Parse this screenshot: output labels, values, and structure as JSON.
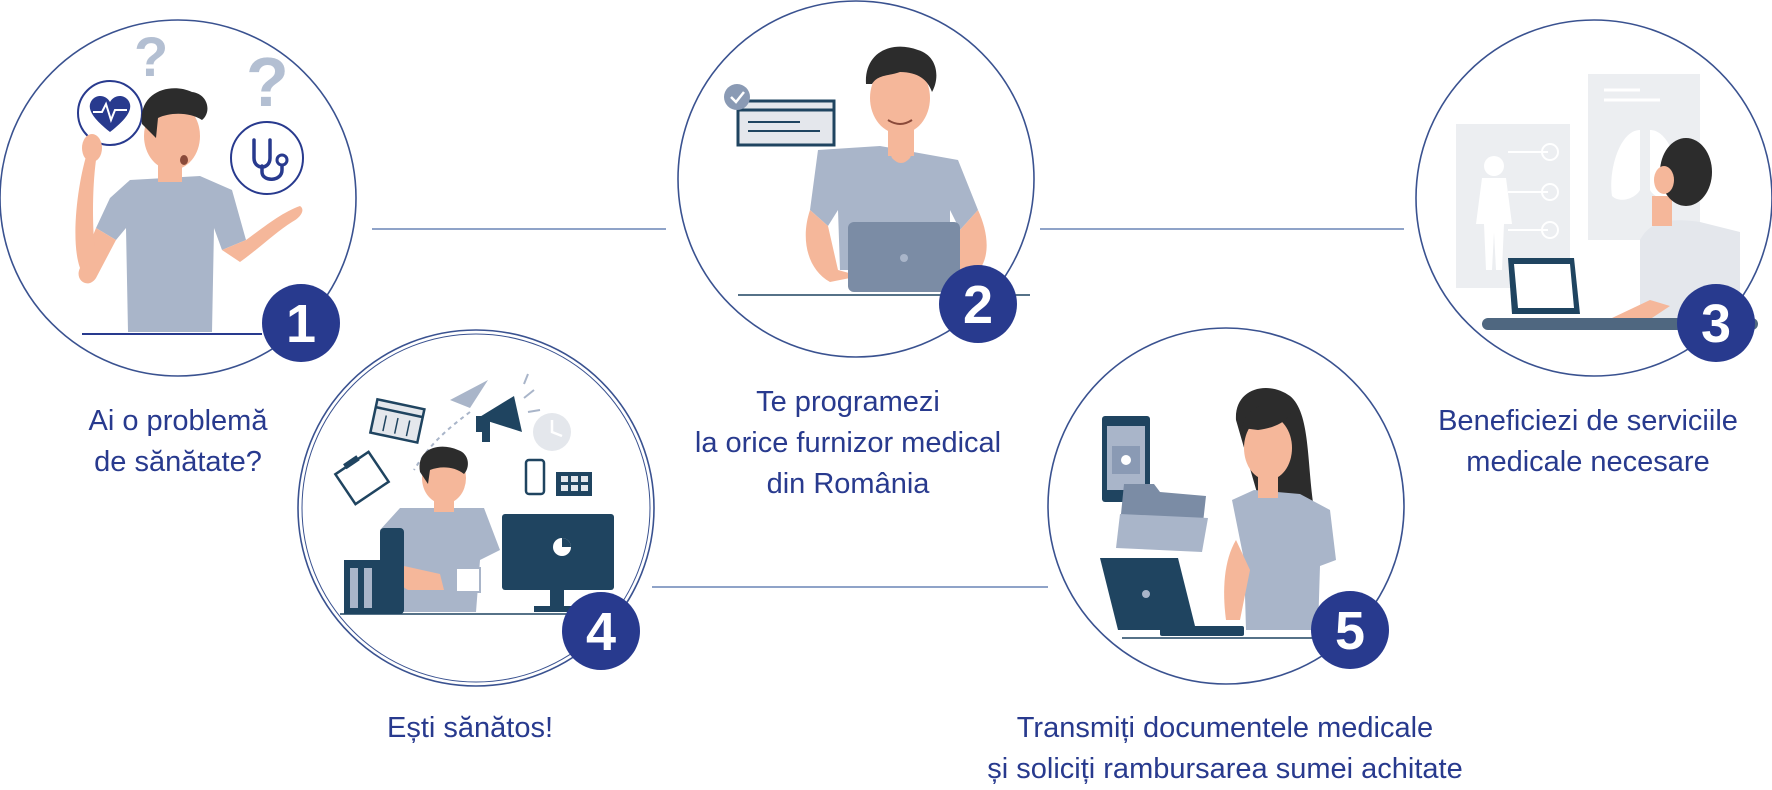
{
  "colors": {
    "primary": "#283a8e",
    "circle_stroke": "#3a5290",
    "line": "#8fa3c8",
    "shirt": "#a9b5c9",
    "skin": "#f5b79a",
    "hair": "#2c2c2c",
    "dark_device": "#1f4460",
    "light_grey": "#e4e7ec"
  },
  "steps": [
    {
      "number": "1",
      "caption_lines": [
        "Ai o problemă",
        "de sănătate?"
      ]
    },
    {
      "number": "2",
      "caption_lines": [
        "Te programezi",
        "la orice furnizor medical",
        "din România"
      ]
    },
    {
      "number": "3",
      "caption_lines": [
        "Beneficiezi de serviciile",
        "medicale necesare"
      ]
    },
    {
      "number": "4",
      "caption_lines": [
        "Ești sănătos!"
      ]
    },
    {
      "number": "5",
      "caption_lines": [
        "Transmiți documentele medicale",
        "și soliciți rambursarea sumei achitate"
      ]
    }
  ]
}
